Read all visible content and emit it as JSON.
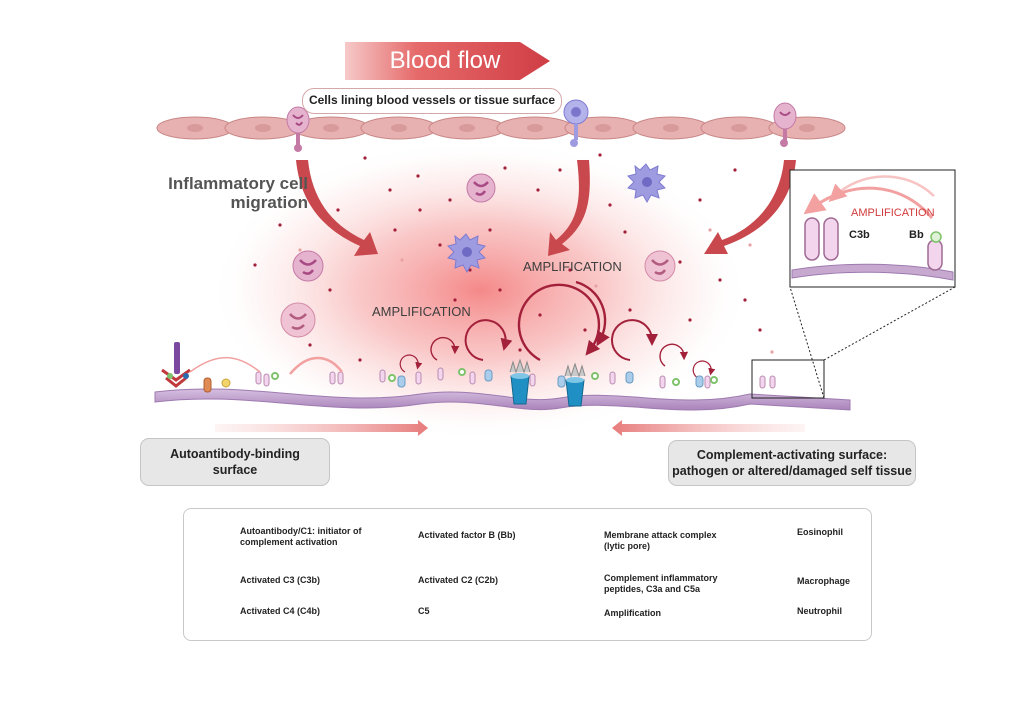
{
  "blood_flow": "Blood flow",
  "vessel_label": "Cells lining blood vessels or tissue surface",
  "migration_label": "Inflammatory cell migration",
  "amplification_left": "AMPLIFICATION",
  "amplification_center": "AMPLIFICATION",
  "inset": {
    "amplification": "AMPLIFICATION",
    "c3b": "C3b",
    "bb": "Bb"
  },
  "left_surface": "Autoantibody-binding surface",
  "right_surface": "Complement-activating surface: pathogen or altered/damaged self tissue",
  "legend": {
    "autoantibody": "Autoantibody/C1: initiator of complement activation",
    "c3b": "Activated C3 (C3b)",
    "c4b": "Activated C4 (C4b)",
    "bb": "Activated factor B (Bb)",
    "c2b": "Activated C2 (C2b)",
    "c5": "C5",
    "mac": "Membrane attack complex (lytic pore)",
    "peptides": "Complement inflammatory peptides, C3a and C5a",
    "amplification": "Amplification",
    "eosinophil": "Eosinophil",
    "macrophage": "Macrophage",
    "neutrophil": "Neutrophil"
  },
  "colors": {
    "vessel_cell": "#e8b1b1",
    "inflammation": "#f08080",
    "arrow": "#c9484d",
    "amplification": "#a3203a",
    "c3b": "#f3d6ee",
    "c4b": "#e08a55",
    "bb": "#7ec36b",
    "c2b": "#f3d36b",
    "c5": "#a9cdea",
    "mac": "#1f8fc4",
    "membrane": "#c7a9d0",
    "eosinophil": "#f0c3d4",
    "macrophage": "#9e9be0",
    "neutrophil": "#e6b3cf"
  },
  "icons": [
    "autoantibody-icon",
    "c3b-icon",
    "c4b-icon",
    "bb-icon",
    "c2b-icon",
    "c5-icon",
    "mac-icon",
    "peptide-icon",
    "amplification-icon",
    "eosinophil-icon",
    "macrophage-icon",
    "neutrophil-icon"
  ]
}
